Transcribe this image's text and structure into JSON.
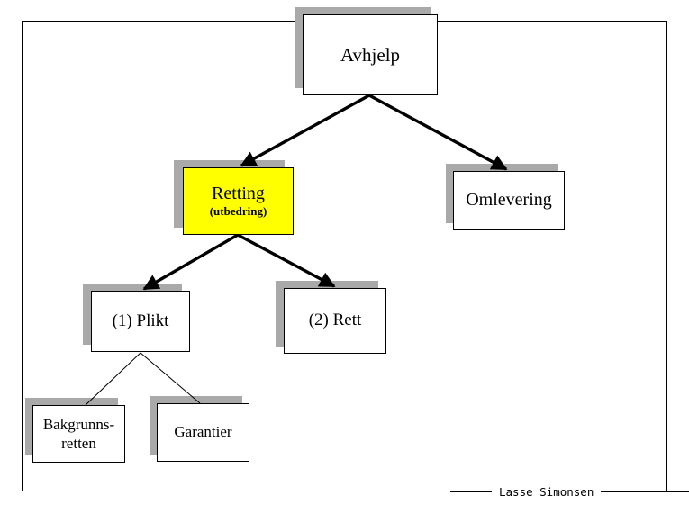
{
  "diagram": {
    "title_node": "Avhjelp",
    "nodes": [
      {
        "id": "avhjelp",
        "label": "Avhjelp",
        "sub": "",
        "fill": "#ffffff"
      },
      {
        "id": "retting",
        "label": "Retting",
        "sub": "(utbedring)",
        "fill": "#ffff00"
      },
      {
        "id": "omlevering",
        "label": "Omlevering",
        "sub": "",
        "fill": "#ffffff"
      },
      {
        "id": "plikt",
        "label": "(1) Plikt",
        "sub": "",
        "fill": "#ffffff"
      },
      {
        "id": "rett",
        "label": "(2) Rett",
        "sub": "",
        "fill": "#ffffff"
      },
      {
        "id": "bakgrunnsretten",
        "label": "Bakgrunns-",
        "sub": "retten",
        "fill": "#ffffff"
      },
      {
        "id": "garantier",
        "label": "Garantier",
        "sub": "",
        "fill": "#ffffff"
      }
    ],
    "edges": [
      {
        "from": "avhjelp",
        "to": "retting",
        "style": "arrow-thick"
      },
      {
        "from": "avhjelp",
        "to": "omlevering",
        "style": "arrow-thick"
      },
      {
        "from": "retting",
        "to": "plikt",
        "style": "arrow-thick"
      },
      {
        "from": "retting",
        "to": "rett",
        "style": "arrow-thick"
      },
      {
        "from": "plikt",
        "to": "bakgrunnsretten",
        "style": "line-thin"
      },
      {
        "from": "plikt",
        "to": "garantier",
        "style": "line-thin"
      }
    ],
    "colors": {
      "highlight": "#ffff00",
      "shadow": "#a9a9a9",
      "stroke": "#000000",
      "background": "#ffffff"
    }
  },
  "footer": {
    "signature": "Lasse Simonsen"
  }
}
